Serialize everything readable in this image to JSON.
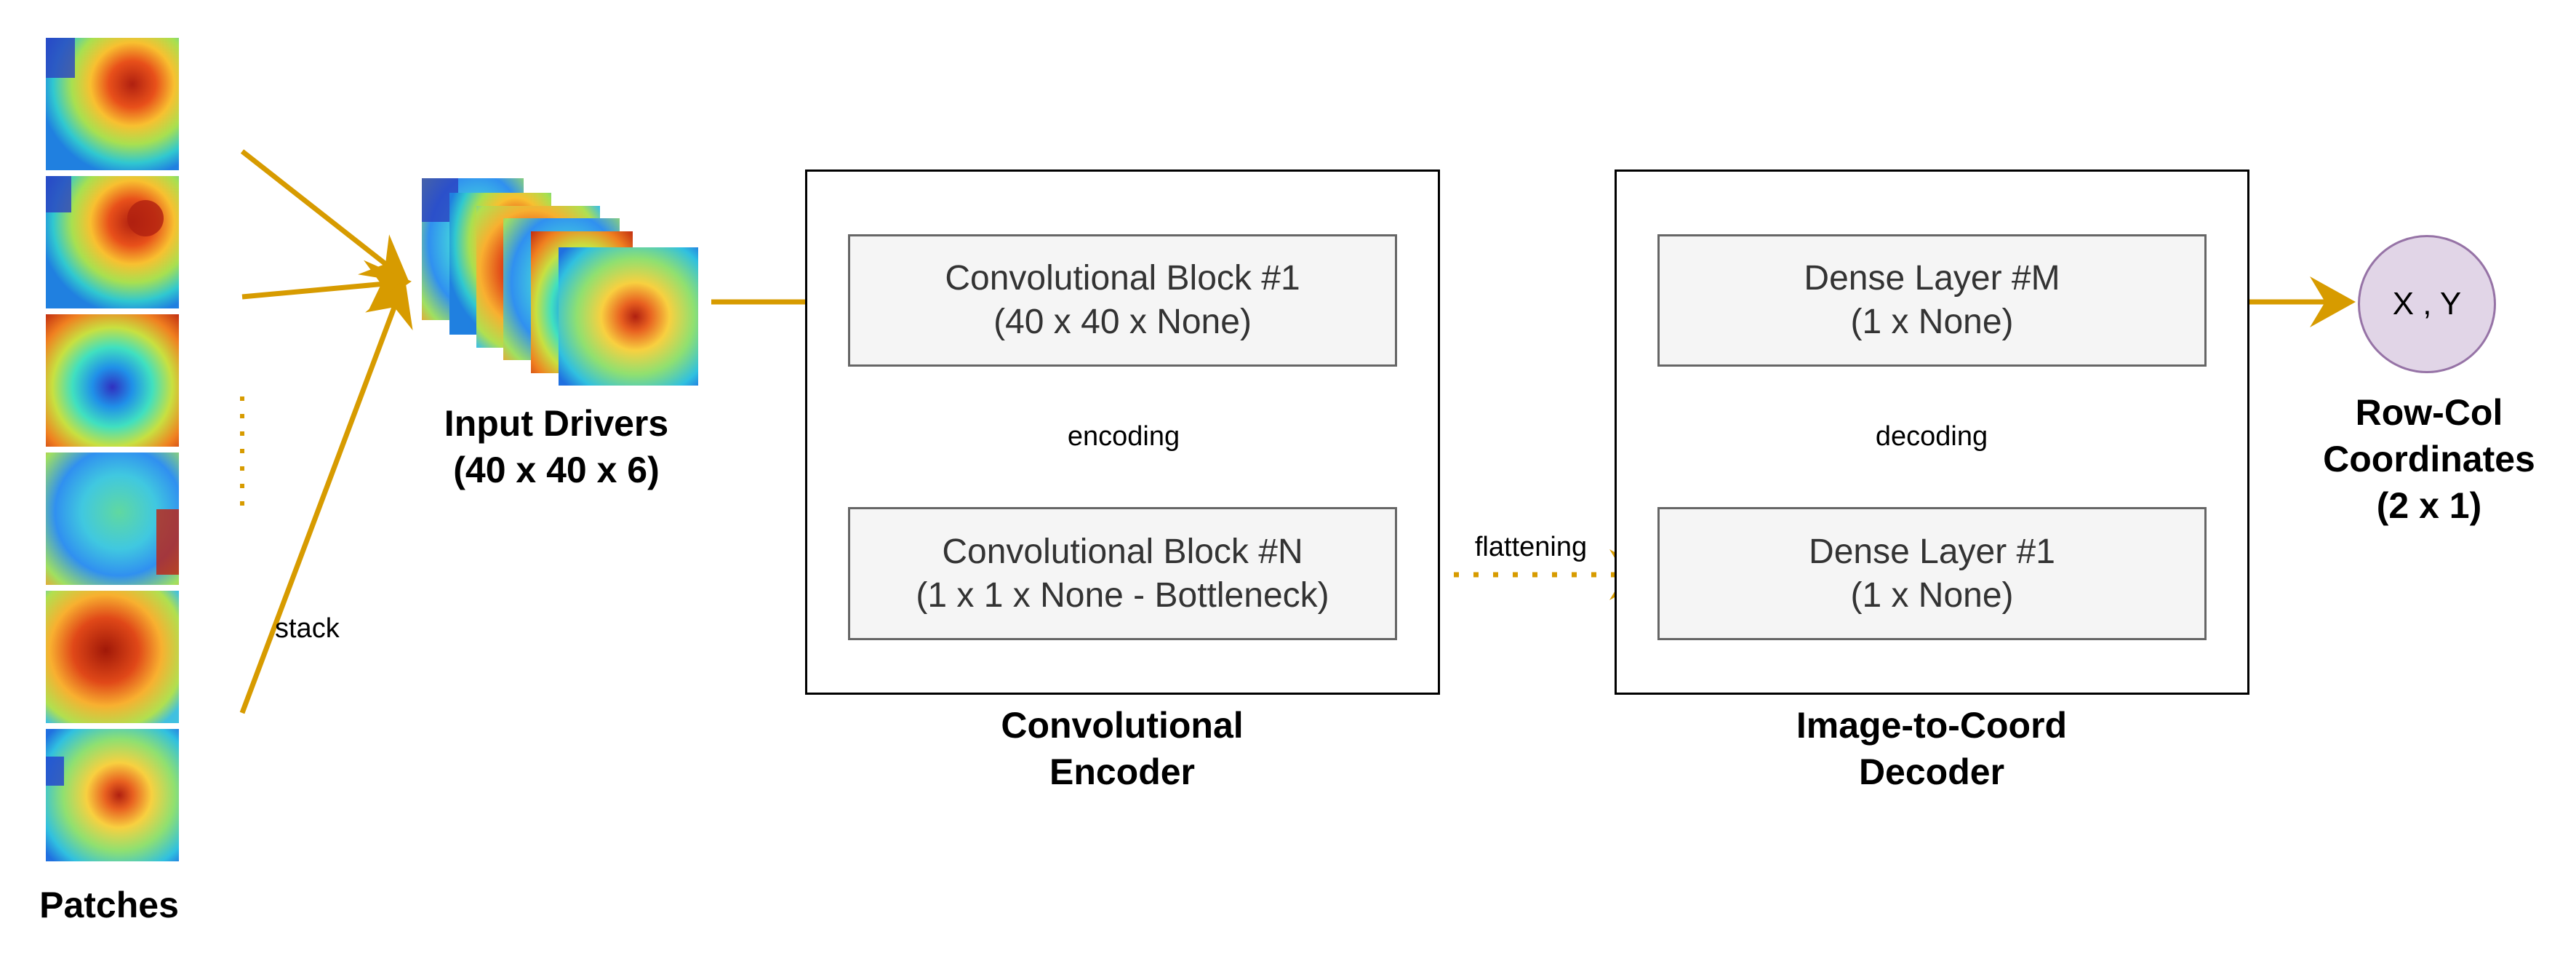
{
  "diagram": {
    "patches_label": "Patches",
    "input_drivers_label": [
      "Input Drivers",
      "(40 x 40 x 6)"
    ],
    "stack_label": "stack",
    "encoder": {
      "title": [
        "Convolutional",
        "Encoder"
      ],
      "block_first": [
        "Convolutional Block #1",
        "(40 x 40 x None)"
      ],
      "block_last": [
        "Convolutional Block #N",
        "(1 x 1 x None - Bottleneck)"
      ],
      "arrow_label": "encoding"
    },
    "flatten_label": "flattening",
    "decoder": {
      "title": [
        "Image-to-Coord",
        "Decoder"
      ],
      "layer_top": [
        "Dense Layer #M",
        "(1 x None)"
      ],
      "layer_bottom": [
        "Dense Layer #1",
        "(1 x None)"
      ],
      "arrow_label": "decoding"
    },
    "output_node": "X , Y",
    "output_label": [
      "Row-Col",
      "Coordinates",
      "(2 x 1)"
    ]
  },
  "colors": {
    "arrow": "#d79b00",
    "block_fill": "#f5f5f5",
    "block_border": "#666666",
    "node_fill": "#e1d5e7",
    "node_border": "#9673a6"
  }
}
